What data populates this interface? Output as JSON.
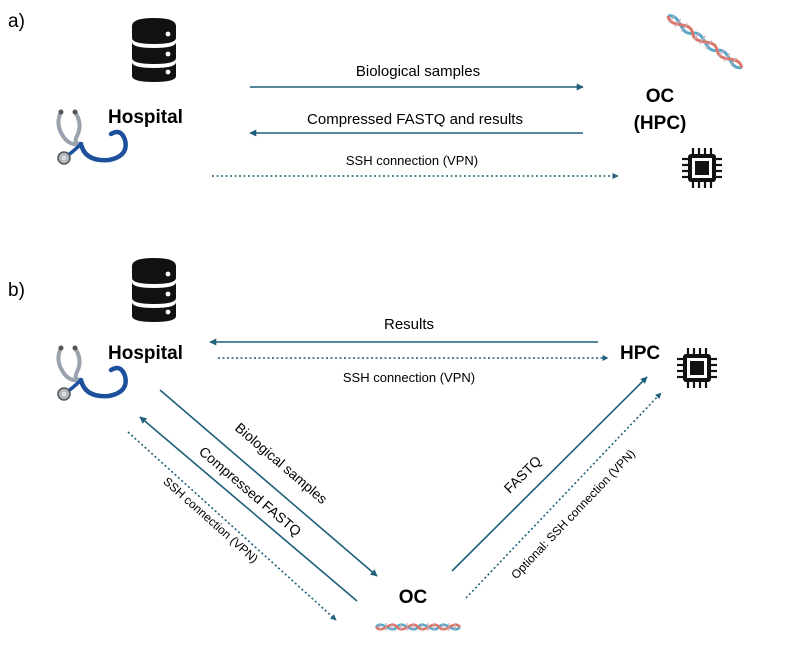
{
  "panel_a": {
    "label": "a)",
    "hospital_label": "Hospital",
    "oc_label_line1": "OC",
    "oc_label_line2": "(HPC)",
    "edges": {
      "biological_samples": "Biological samples",
      "compressed_fastq_results": "Compressed FASTQ and results",
      "ssh": "SSH connection (VPN)"
    }
  },
  "panel_b": {
    "label": "b)",
    "hospital_label": "Hospital",
    "hpc_label": "HPC",
    "oc_label": "OC",
    "edges": {
      "results": "Results",
      "ssh_top": "SSH connection (VPN)",
      "biological_samples": "Biological samples",
      "compressed_fastq": "Compressed FASTQ",
      "ssh_left": "SSH connection (VPN)",
      "fastq": "FASTQ",
      "optional_ssh": "Optional: SSH connection (VPN)"
    }
  },
  "colors": {
    "arrow": "#1f5f7a",
    "icon_dark": "#111111",
    "stethoscope": "#1c4f9c",
    "dna_blue": "#5aa9c9",
    "dna_red": "#d9776a"
  },
  "icons": [
    "database-icon",
    "stethoscope-icon",
    "dna-icon",
    "cpu-chip-icon"
  ]
}
